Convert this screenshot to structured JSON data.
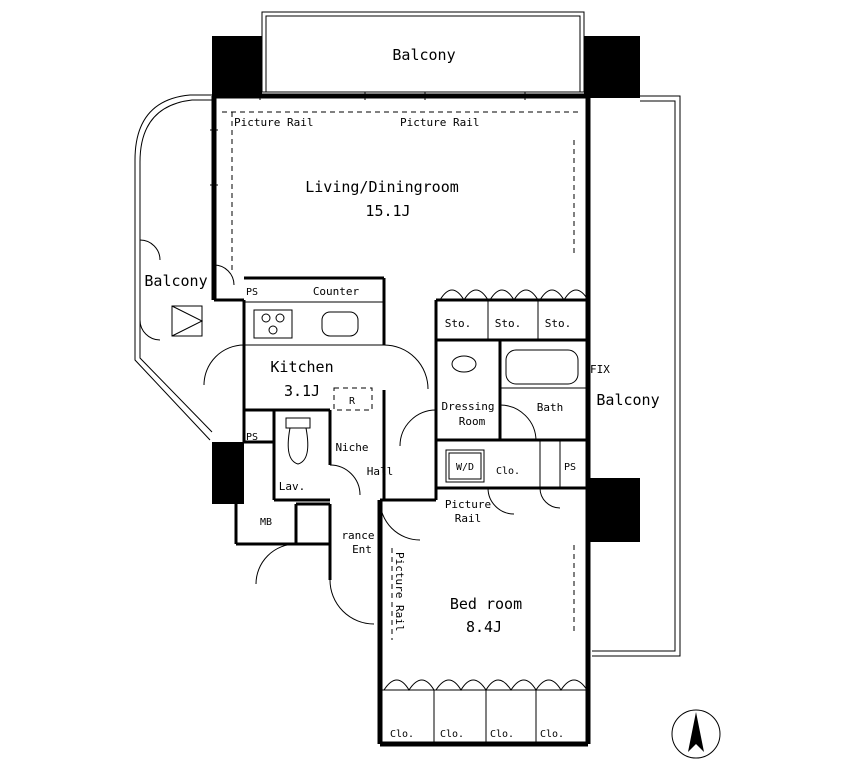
{
  "labels": {
    "balcony_top": "Balcony",
    "balcony_left": "Balcony",
    "balcony_right": "Balcony",
    "picture_rail_1": "Picture Rail",
    "picture_rail_2": "Picture Rail",
    "picture_rail_hall_1": "Picture",
    "picture_rail_hall_2": "Rail",
    "picture_rail_bed": "Picture Rail",
    "living": "Living/Diningroom",
    "living_size": "15.1J",
    "counter": "Counter",
    "ps_1": "PS",
    "ps_2": "PS",
    "ps_3": "PS",
    "kitchen": "Kitchen",
    "kitchen_size": "3.1J",
    "refrigerator": "R",
    "sto_1": "Sto.",
    "sto_2": "Sto.",
    "sto_3": "Sto.",
    "fix": "FIX",
    "dressing_1": "Dressing",
    "dressing_2": "Room",
    "bath": "Bath",
    "niche": "Niche",
    "hall": "Hall",
    "lav": "Lav.",
    "wd": "W/D",
    "clo_top": "Clo.",
    "mb": "MB",
    "entrance_1": "rance",
    "entrance_2": "Ent",
    "bedroom": "Bed room",
    "bedroom_size": "8.4J",
    "clo_1": "Clo.",
    "clo_2": "Clo.",
    "clo_3": "Clo.",
    "clo_4": "Clo."
  },
  "icons": {
    "compass": "north-arrow-icon",
    "stove": "stove-icon",
    "sink": "sink-icon",
    "bathtub": "bathtub-icon",
    "toilet": "toilet-icon",
    "washbasin": "washbasin-icon"
  },
  "colors": {
    "wall": "#000000",
    "background": "#ffffff"
  }
}
